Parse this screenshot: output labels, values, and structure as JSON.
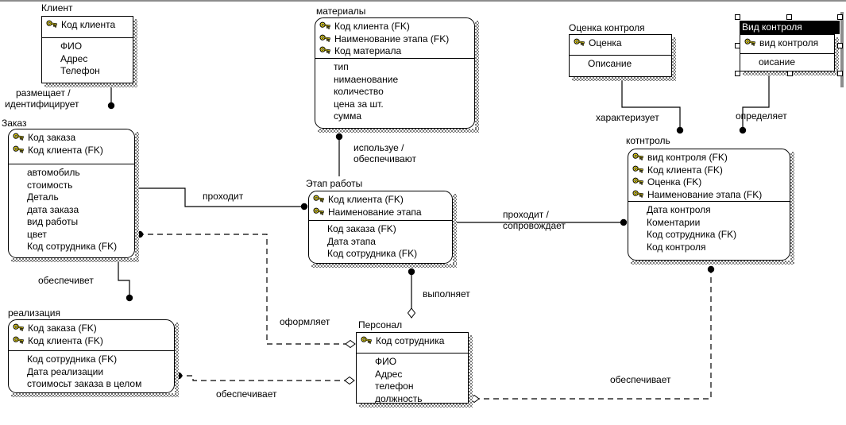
{
  "diagram_type": "IDEF1X entity-relationship model",
  "colors": {
    "background": "#ffffff",
    "line": "#000000",
    "key_icon": "#f4e21d",
    "selection_bar_bg": "#000000",
    "selection_bar_text": "#ffffff",
    "shadow_gray": "#7a7a7a",
    "edge_strip_gray": "#8c8c8c"
  },
  "entities": [
    {
      "id": "klient",
      "title": "Клиент",
      "dependent": false,
      "selected": false,
      "keys": [
        "Код клиента"
      ],
      "attrs": [
        "ФИО",
        "Адрес",
        "Телефон"
      ]
    },
    {
      "id": "zakaz",
      "title": "Заказ",
      "dependent": true,
      "selected": false,
      "keys": [
        "Код заказа",
        "Код клиента (FK)"
      ],
      "attrs": [
        "автомобиль",
        "стоимость",
        "Деталь",
        "дата заказа",
        "вид работы",
        "цвет",
        "Код сотрудника (FK)"
      ]
    },
    {
      "id": "materialy",
      "title": "материалы",
      "dependent": true,
      "selected": false,
      "keys": [
        "Код клиента (FK)",
        "Наименование этапа (FK)",
        "Код материала"
      ],
      "attrs": [
        "тип",
        "нимаенование",
        "количество",
        "цена за шт.",
        "сумма"
      ]
    },
    {
      "id": "ocenka",
      "title": "Оценка контроля",
      "dependent": false,
      "selected": false,
      "keys": [
        "Оценка"
      ],
      "attrs": [
        "Описание"
      ]
    },
    {
      "id": "vid",
      "title": "Вид контроля",
      "dependent": false,
      "selected": true,
      "keys": [
        "вид контроля"
      ],
      "attrs": [
        "оисание"
      ]
    },
    {
      "id": "etap",
      "title": "Этап работы",
      "dependent": true,
      "selected": false,
      "keys": [
        "Код клиента (FK)",
        "Наименование этапа"
      ],
      "attrs": [
        "Код заказа (FK)",
        "Дата этапа",
        "Код сотрудника (FK)"
      ]
    },
    {
      "id": "kontrol",
      "title": "котнтроль",
      "dependent": true,
      "selected": false,
      "keys": [
        "вид контроля (FK)",
        "Код клиента (FK)",
        "Оценка (FK)",
        "Наименование этапа (FK)"
      ],
      "attrs": [
        "Дата контроля",
        "Коментарии",
        "Код сотрудника (FK)",
        "Код контроля"
      ]
    },
    {
      "id": "realizacia",
      "title": "реализация",
      "dependent": true,
      "selected": false,
      "keys": [
        "Код заказа (FK)",
        "Код клиента (FK)"
      ],
      "attrs": [
        "Код сотрудника (FK)",
        "Дата реализации",
        "стоимосьт заказа в целом"
      ]
    },
    {
      "id": "personal",
      "title": "Персонал",
      "dependent": false,
      "selected": false,
      "keys": [
        "Код сотрудника"
      ],
      "attrs": [
        "ФИО",
        "Адрес",
        "телефон",
        "должность"
      ]
    }
  ],
  "labels": [
    {
      "id": "relationship-razmeshchaet",
      "lines": [
        "размещает /",
        "идентифицирует"
      ]
    },
    {
      "id": "relationship-ispolzue",
      "lines": [
        "используе /",
        "обеспечивают"
      ]
    },
    {
      "id": "relationship-prohodit",
      "lines": [
        "проходит"
      ]
    },
    {
      "id": "relationship-prohodit-soprovozhdaet",
      "lines": [
        "проходит /",
        "сопровождает"
      ]
    },
    {
      "id": "relationship-harakterizuet",
      "lines": [
        "характеризует"
      ]
    },
    {
      "id": "relationship-opredelyaet",
      "lines": [
        "определяет"
      ]
    },
    {
      "id": "relationship-obespechivet",
      "lines": [
        "обеспечивет"
      ]
    },
    {
      "id": "relationship-oformlyaet",
      "lines": [
        "оформляет"
      ]
    },
    {
      "id": "relationship-vypolnyaet",
      "lines": [
        "выполняет"
      ]
    },
    {
      "id": "relationship-obespechivaet-realizacia",
      "lines": [
        "обеспечивает"
      ]
    },
    {
      "id": "relationship-obespechivaet-kontrol",
      "lines": [
        "обеспечивает"
      ]
    }
  ]
}
